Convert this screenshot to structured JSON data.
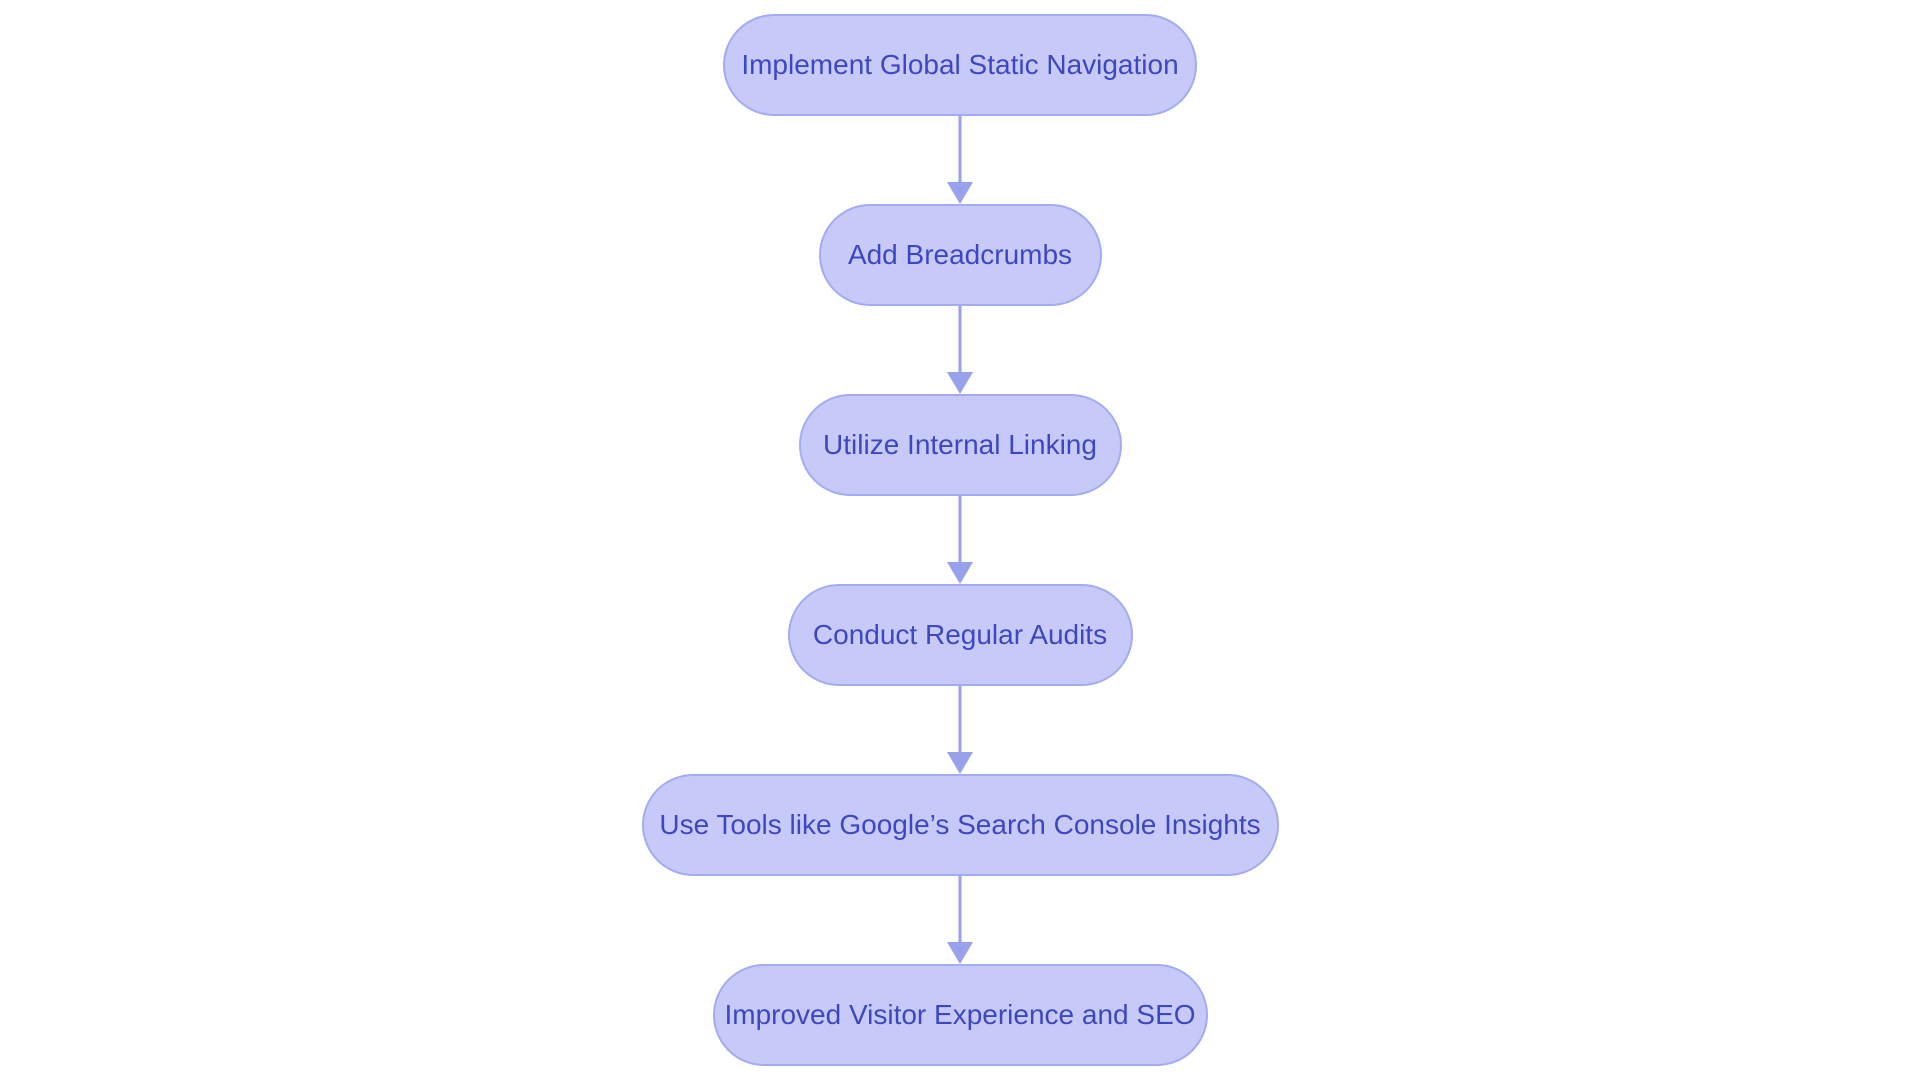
{
  "diagram": {
    "type": "flowchart",
    "direction": "top-to-bottom",
    "background": "#ffffff",
    "colors": {
      "node_fill": "#c7caf8",
      "node_border": "#a3abf2",
      "node_text": "#3d48c0",
      "arrow": "#99a1ed"
    },
    "nodes": [
      {
        "id": "implement-global-static-navigation",
        "label": "Implement Global Static Navigation"
      },
      {
        "id": "add-breadcrumbs",
        "label": "Add Breadcrumbs"
      },
      {
        "id": "utilize-internal-linking",
        "label": "Utilize Internal Linking"
      },
      {
        "id": "conduct-regular-audits",
        "label": "Conduct Regular Audits"
      },
      {
        "id": "use-tools-like-googles-search-console-insights",
        "label": "Use Tools like Google’s Search Console Insights"
      },
      {
        "id": "improved-visitor-experience-and-seo",
        "label": "Improved Visitor Experience and SEO"
      }
    ],
    "edges": [
      {
        "from": 0,
        "to": 1
      },
      {
        "from": 1,
        "to": 2
      },
      {
        "from": 2,
        "to": 3
      },
      {
        "from": 3,
        "to": 4
      },
      {
        "from": 4,
        "to": 5
      }
    ]
  }
}
